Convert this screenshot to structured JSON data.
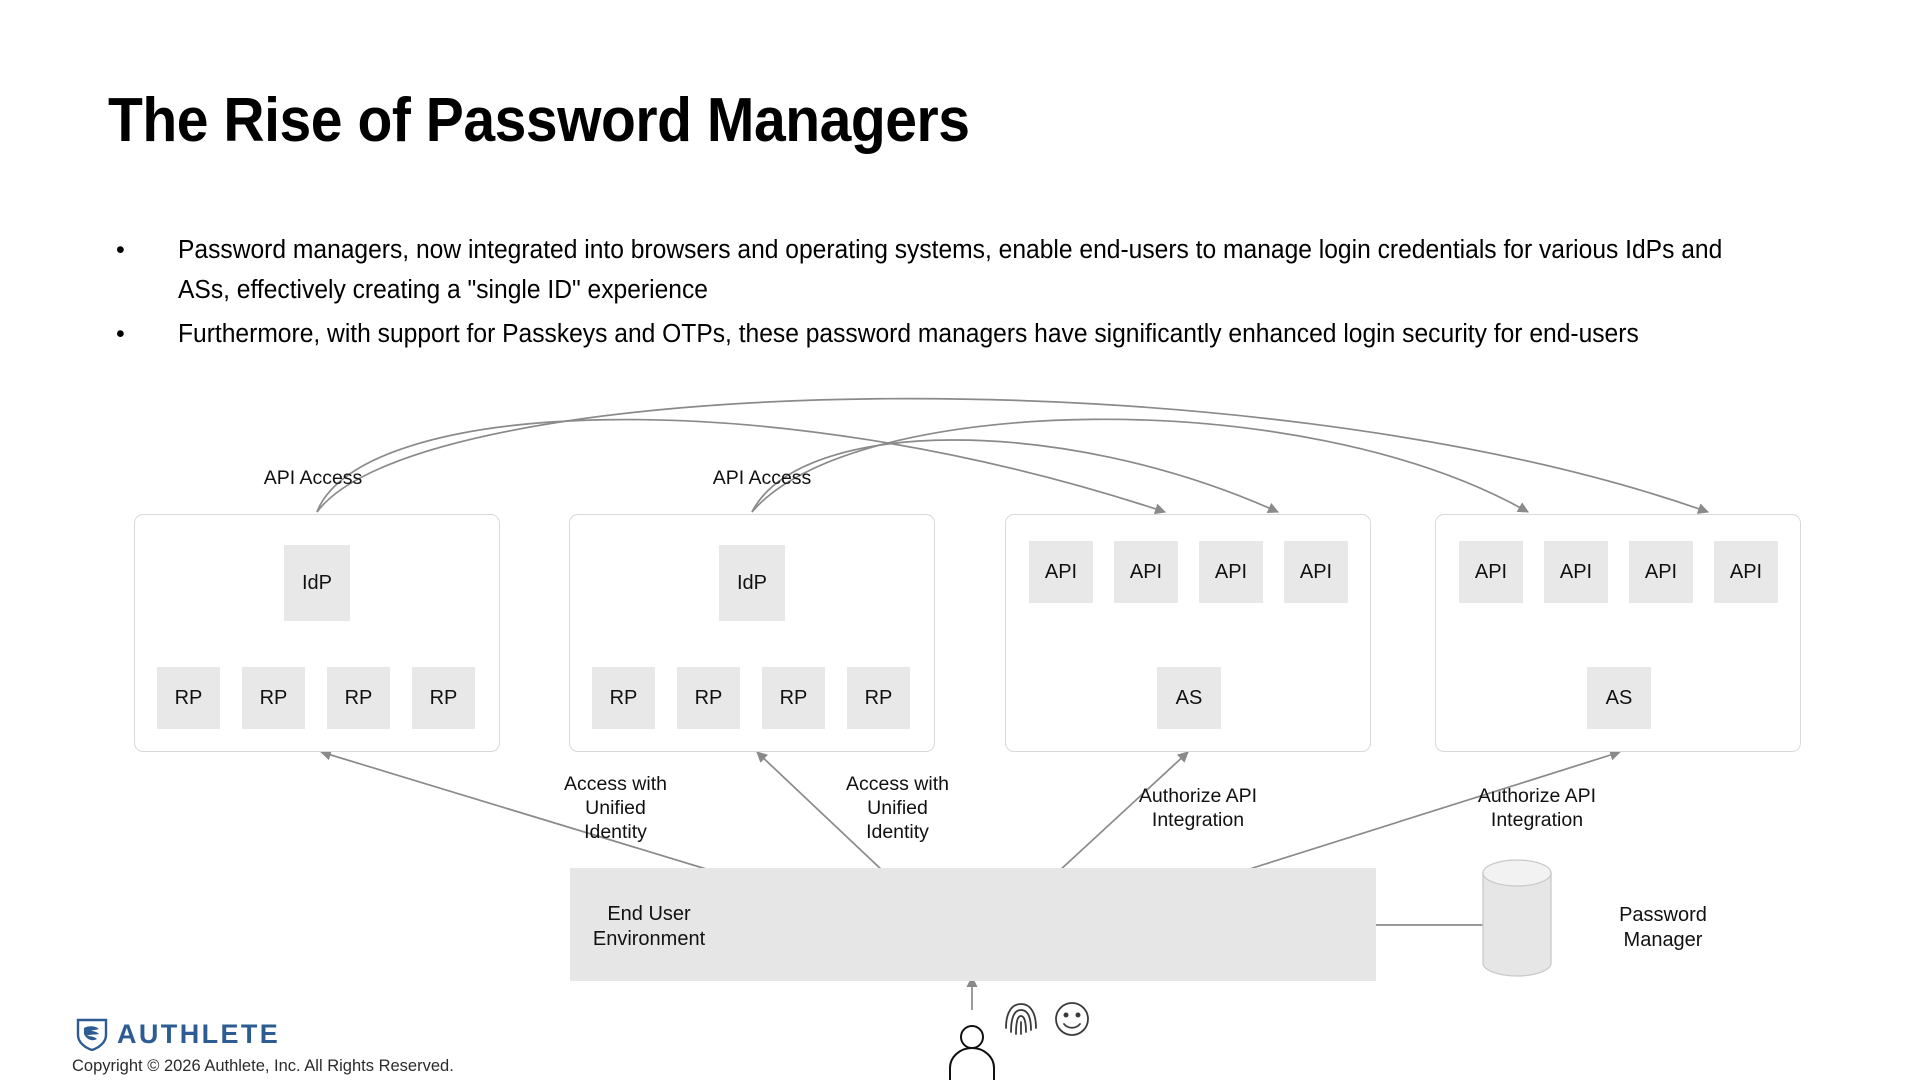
{
  "slide": {
    "title": "The Rise of Password Managers",
    "bullet_marker": "•",
    "bullets": [
      "Password managers, now integrated into browsers and operating systems, enable end-users to manage login credentials for various IdPs and ASs, effectively creating a \"single ID\" experience",
      "Furthermore, with support for Passkeys and OTPs, these password managers have significantly enhanced login security for end-users"
    ]
  },
  "diagram": {
    "panels": [
      {
        "id": "idp-panel-1",
        "root": {
          "label": "IdP"
        },
        "children": [
          {
            "label": "RP"
          },
          {
            "label": "RP"
          },
          {
            "label": "RP"
          },
          {
            "label": "RP"
          }
        ]
      },
      {
        "id": "idp-panel-2",
        "root": {
          "label": "IdP"
        },
        "children": [
          {
            "label": "RP"
          },
          {
            "label": "RP"
          },
          {
            "label": "RP"
          },
          {
            "label": "RP"
          }
        ]
      },
      {
        "id": "as-panel-1",
        "root": {
          "label": "AS"
        },
        "children": [
          {
            "label": "API"
          },
          {
            "label": "API"
          },
          {
            "label": "API"
          },
          {
            "label": "API"
          }
        ]
      },
      {
        "id": "as-panel-2",
        "root": {
          "label": "AS"
        },
        "children": [
          {
            "label": "API"
          },
          {
            "label": "API"
          },
          {
            "label": "API"
          },
          {
            "label": "API"
          }
        ]
      }
    ],
    "top_labels": [
      {
        "id": "api-access-1",
        "text": "API Access"
      },
      {
        "id": "api-access-2",
        "text": "API Access"
      }
    ],
    "flow_labels": [
      {
        "id": "access-unified-1",
        "text": "Access with\nUnified\nIdentity"
      },
      {
        "id": "access-unified-2",
        "text": "Access with\nUnified\nIdentity"
      },
      {
        "id": "authorize-api-1",
        "text": "Authorize API\nIntegration"
      },
      {
        "id": "authorize-api-2",
        "text": "Authorize API\nIntegration"
      }
    ],
    "end_user_environment": {
      "label": "End User\nEnvironment"
    },
    "password_manager": {
      "label": "Password\nManager"
    },
    "user_icons": [
      {
        "id": "person-icon",
        "name": "person"
      },
      {
        "id": "fingerprint-icon",
        "name": "fingerprint"
      },
      {
        "id": "face-id-icon",
        "name": "face"
      }
    ],
    "colors": {
      "node_fill": "#e8e8e8",
      "panel_border": "#d9d9d9",
      "connector": "#8a8a8a",
      "env_fill": "#e6e6e6"
    }
  },
  "footer": {
    "brand": "AUTHLETE",
    "brand_color": "#2d5c92",
    "copyright": "Copyright © 2026 Authlete, Inc. All Rights Reserved."
  }
}
